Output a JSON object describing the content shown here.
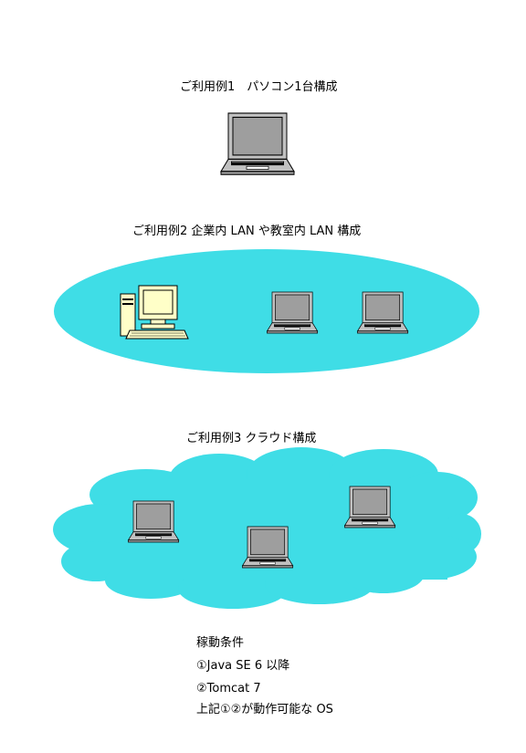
{
  "examples": [
    {
      "caption": "ご利用例1　パソコン1台構成"
    },
    {
      "caption": "ご利用例2  企業内 LAN や教室内 LAN 構成"
    },
    {
      "caption": "ご利用例3  クラウド構成"
    }
  ],
  "conditions": {
    "title": "稼動条件",
    "items": [
      "①Java SE 6  以降",
      "②Tomcat 7",
      "上記①②が動作可能な OS"
    ]
  },
  "colors": {
    "network_fill": "#3fdde6",
    "laptop_body": "#c0c0c0",
    "laptop_screen": "#9e9e9e",
    "desktop_fill": "#ffffc8"
  },
  "icons": [
    "laptop-icon",
    "desktop-pc-icon",
    "lan-ellipse",
    "cloud-shape"
  ]
}
